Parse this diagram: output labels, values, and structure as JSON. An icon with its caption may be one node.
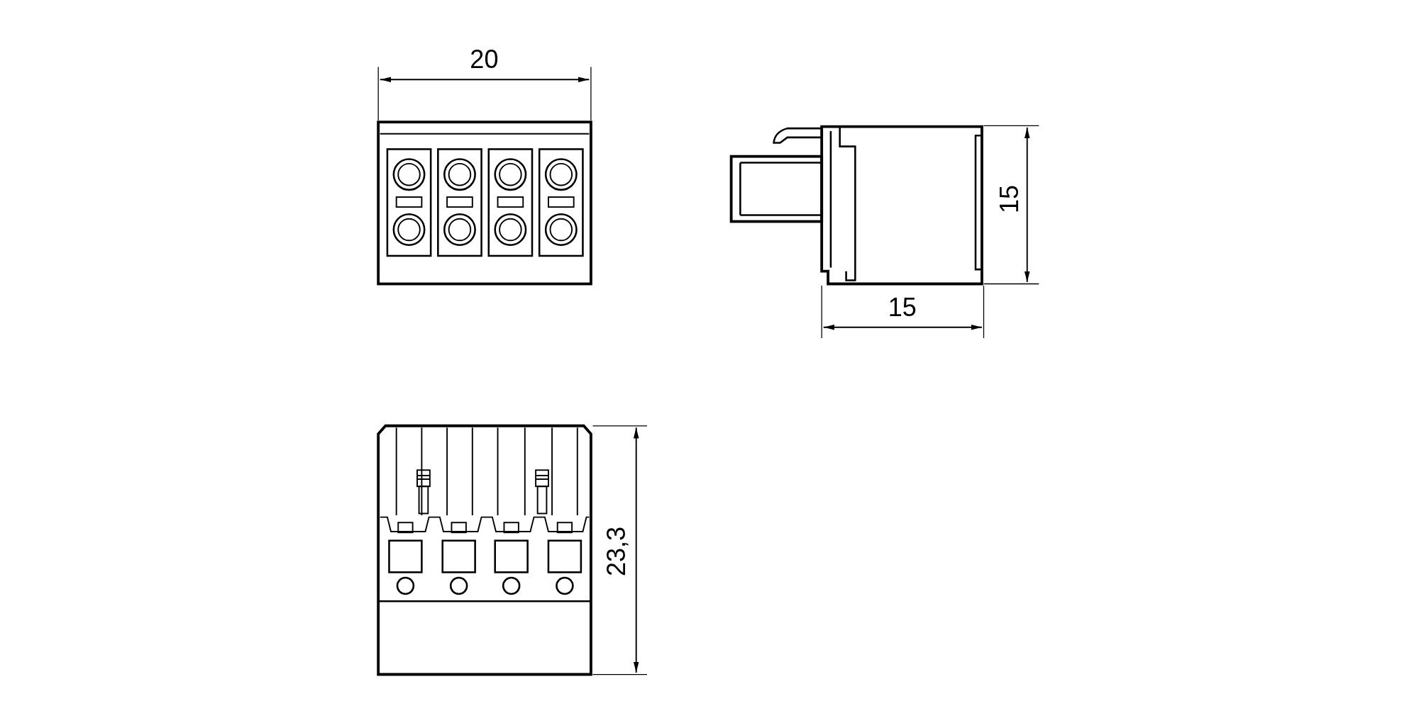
{
  "diagram": {
    "labels": [
      "20",
      "15",
      "15",
      "23,3"
    ]
  }
}
